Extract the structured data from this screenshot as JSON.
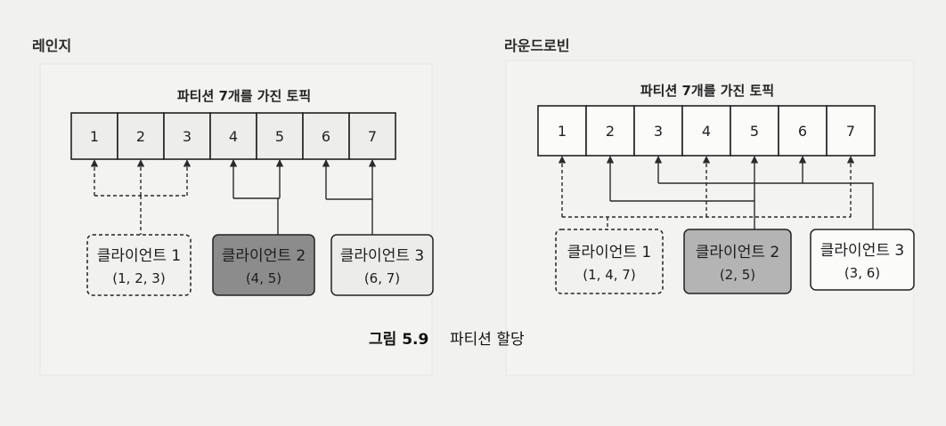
{
  "figure": {
    "caption_label": "그림 5.9",
    "caption_text": "파티션 할당"
  },
  "panels": [
    {
      "title": "레인지",
      "topic_label": "파티션 7개를 가진 토픽",
      "partitions": [
        "1",
        "2",
        "3",
        "4",
        "5",
        "6",
        "7"
      ],
      "clients": [
        {
          "name": "클라이언트 1",
          "partitions_text": "(1, 2, 3)",
          "style": "dashed",
          "fill": "#f1f1ef"
        },
        {
          "name": "클라이언트 2",
          "partitions_text": "(4, 5)",
          "style": "solid",
          "fill": "#8c8c8c"
        },
        {
          "name": "클라이언트 3",
          "partitions_text": "(6, 7)",
          "style": "solid",
          "fill": "#ececea"
        }
      ]
    },
    {
      "title": "라운드로빈",
      "topic_label": "파티션 7개를 가진 토픽",
      "partitions": [
        "1",
        "2",
        "3",
        "4",
        "5",
        "6",
        "7"
      ],
      "clients": [
        {
          "name": "클라이언트 1",
          "partitions_text": "(1, 4, 7)",
          "style": "dashed",
          "fill": "#f1f1ef"
        },
        {
          "name": "클라이언트 2",
          "partitions_text": "(2, 5)",
          "style": "solid",
          "fill": "#b4b4b4"
        },
        {
          "name": "클라이언트 3",
          "partitions_text": "(3, 6)",
          "style": "solid",
          "fill": "#fbfbfa"
        }
      ]
    }
  ]
}
